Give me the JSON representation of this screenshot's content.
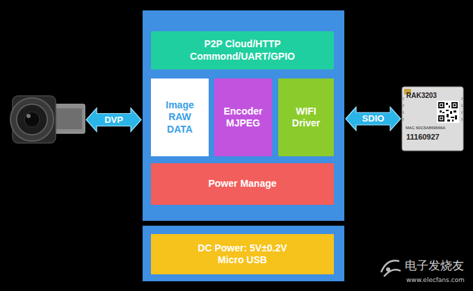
{
  "diagram": {
    "nodes": [
      {
        "text": []
      },
      {
        "text": []
      },
      {
        "text": [
          "P2P Cloud/HTTP Commond/UART/GPIO"
        ],
        "in": 1
      },
      {
        "text": [
          "Image RAW DATA"
        ],
        "in": 1
      },
      {
        "text": [
          "Encoder MJPEG"
        ],
        "in": 1
      },
      {
        "text": [
          "WIFI Driver"
        ],
        "in": 1
      },
      {
        "text": [
          "Power Manage"
        ],
        "in": 1
      },
      {
        "text": [
          "RAK3203",
          "MAC 60C5A869666A",
          "11160927"
        ]
      },
      {
        "text": []
      },
      {
        "text": [
          "DC Power: 5V±0.2V Micro USB"
        ],
        "in": 8
      }
    ],
    "edges": [
      {
        "from": 0,
        "to": 1,
        "label": "DVP",
        "arrow": "both"
      },
      {
        "from": 1,
        "to": 7,
        "label": "SDIO",
        "arrow": "both"
      }
    ],
    "labels": [
      "电子发烧友",
      "www.elecfans.com"
    ]
  }
}
